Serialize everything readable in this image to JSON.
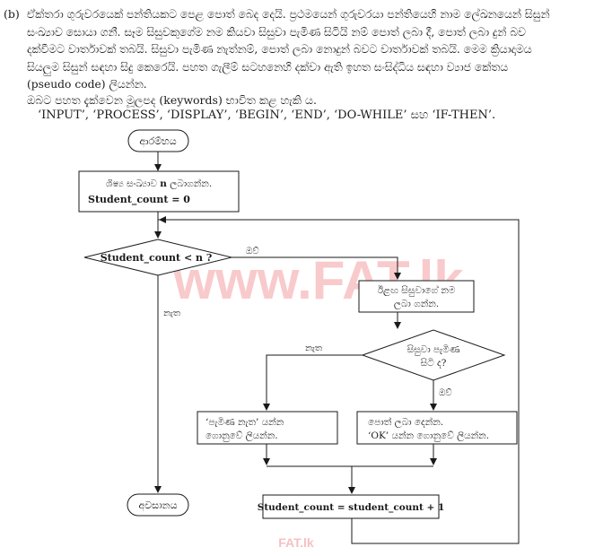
{
  "question": {
    "label": "(b)",
    "paragraph_lines": [
      "ඒක්තරා ගුරුවරයෙක් පන්තියකට පෙළ පොත් බෙද දෙයි. ප්‍රථමයෙන් ගුරුවරයා පන්තියෙහි නාම ලේඛනයෙන් සිසුන්",
      "සංඛ්‍යාව සොයා ගනී. සෑම සිසුවකුගේම නම කියවා සිසුවා පැමිණ සිටියි නම් පොත් ලබා දී, පොත් ලබා දුන් බව",
      "දක්වීමට වාර්තාවක් තබයි. සිසුවා පැමිණ නැත්නම්, පොත් ලබා නොදුන් බවට වාර්තාවක් තබයි. මෙම ක්‍රියාදාමය",
      "සියලුම සිසුන් සඳහා සිදු කෙරෙයි. පහත ගැලීම් සටහනෙහි දක්වා ඇති ඉහත සංසිද්ධිය සඳහා ව්‍යාජ කේතය",
      "(pseudo code) ලියන්න."
    ],
    "keywords_intro": "ඔබට පහත දැක්වෙන මූලපද (keywords) භාවිත කළ හැකි ය.",
    "keywords_list": "‘INPUT’, ‘PROCESS’, ‘DISPLAY’, ‘BEGIN’, ‘END’, ‘DO-WHILE’ සහ ‘IF-THEN’."
  },
  "flowchart": {
    "start": "ආරම්භය",
    "end": "අවසානය",
    "input_line1": "ශිෂ්‍ය සංඛ්‍යාව",
    "input_var": "n",
    "input_line1_suffix": "ලබාගන්න.",
    "input_line2": "Student_count = 0",
    "condition1_text": "Student_count < ",
    "condition1_var": "n",
    "condition1_q": " ?",
    "condition1_yes": "ඔව්",
    "condition1_no": "නැත",
    "read_name_line1": "ඊළඟ සිසුවාගේ නම",
    "read_name_line2": "ලබා ගන්න.",
    "condition2_line1": "සිසුවා පැමිණ",
    "condition2_line2": "සිටි ද?",
    "condition2_no": "නැත",
    "condition2_yes": "ඔව්",
    "absent_line1": "‘පැමිණ නැත’ යන්න",
    "absent_line2": "ගොනුවේ ලියන්න.",
    "present_line1": "පොත් ලබා දෙන්න.",
    "present_line2": "‘OK’ යන්න ගොනුවේ ලියන්න.",
    "increment": "Student_count = student_count + 1"
  },
  "watermark": {
    "main": "www.FAT.lk",
    "footer": "FAT.lk",
    "color": "#f08a8f"
  }
}
